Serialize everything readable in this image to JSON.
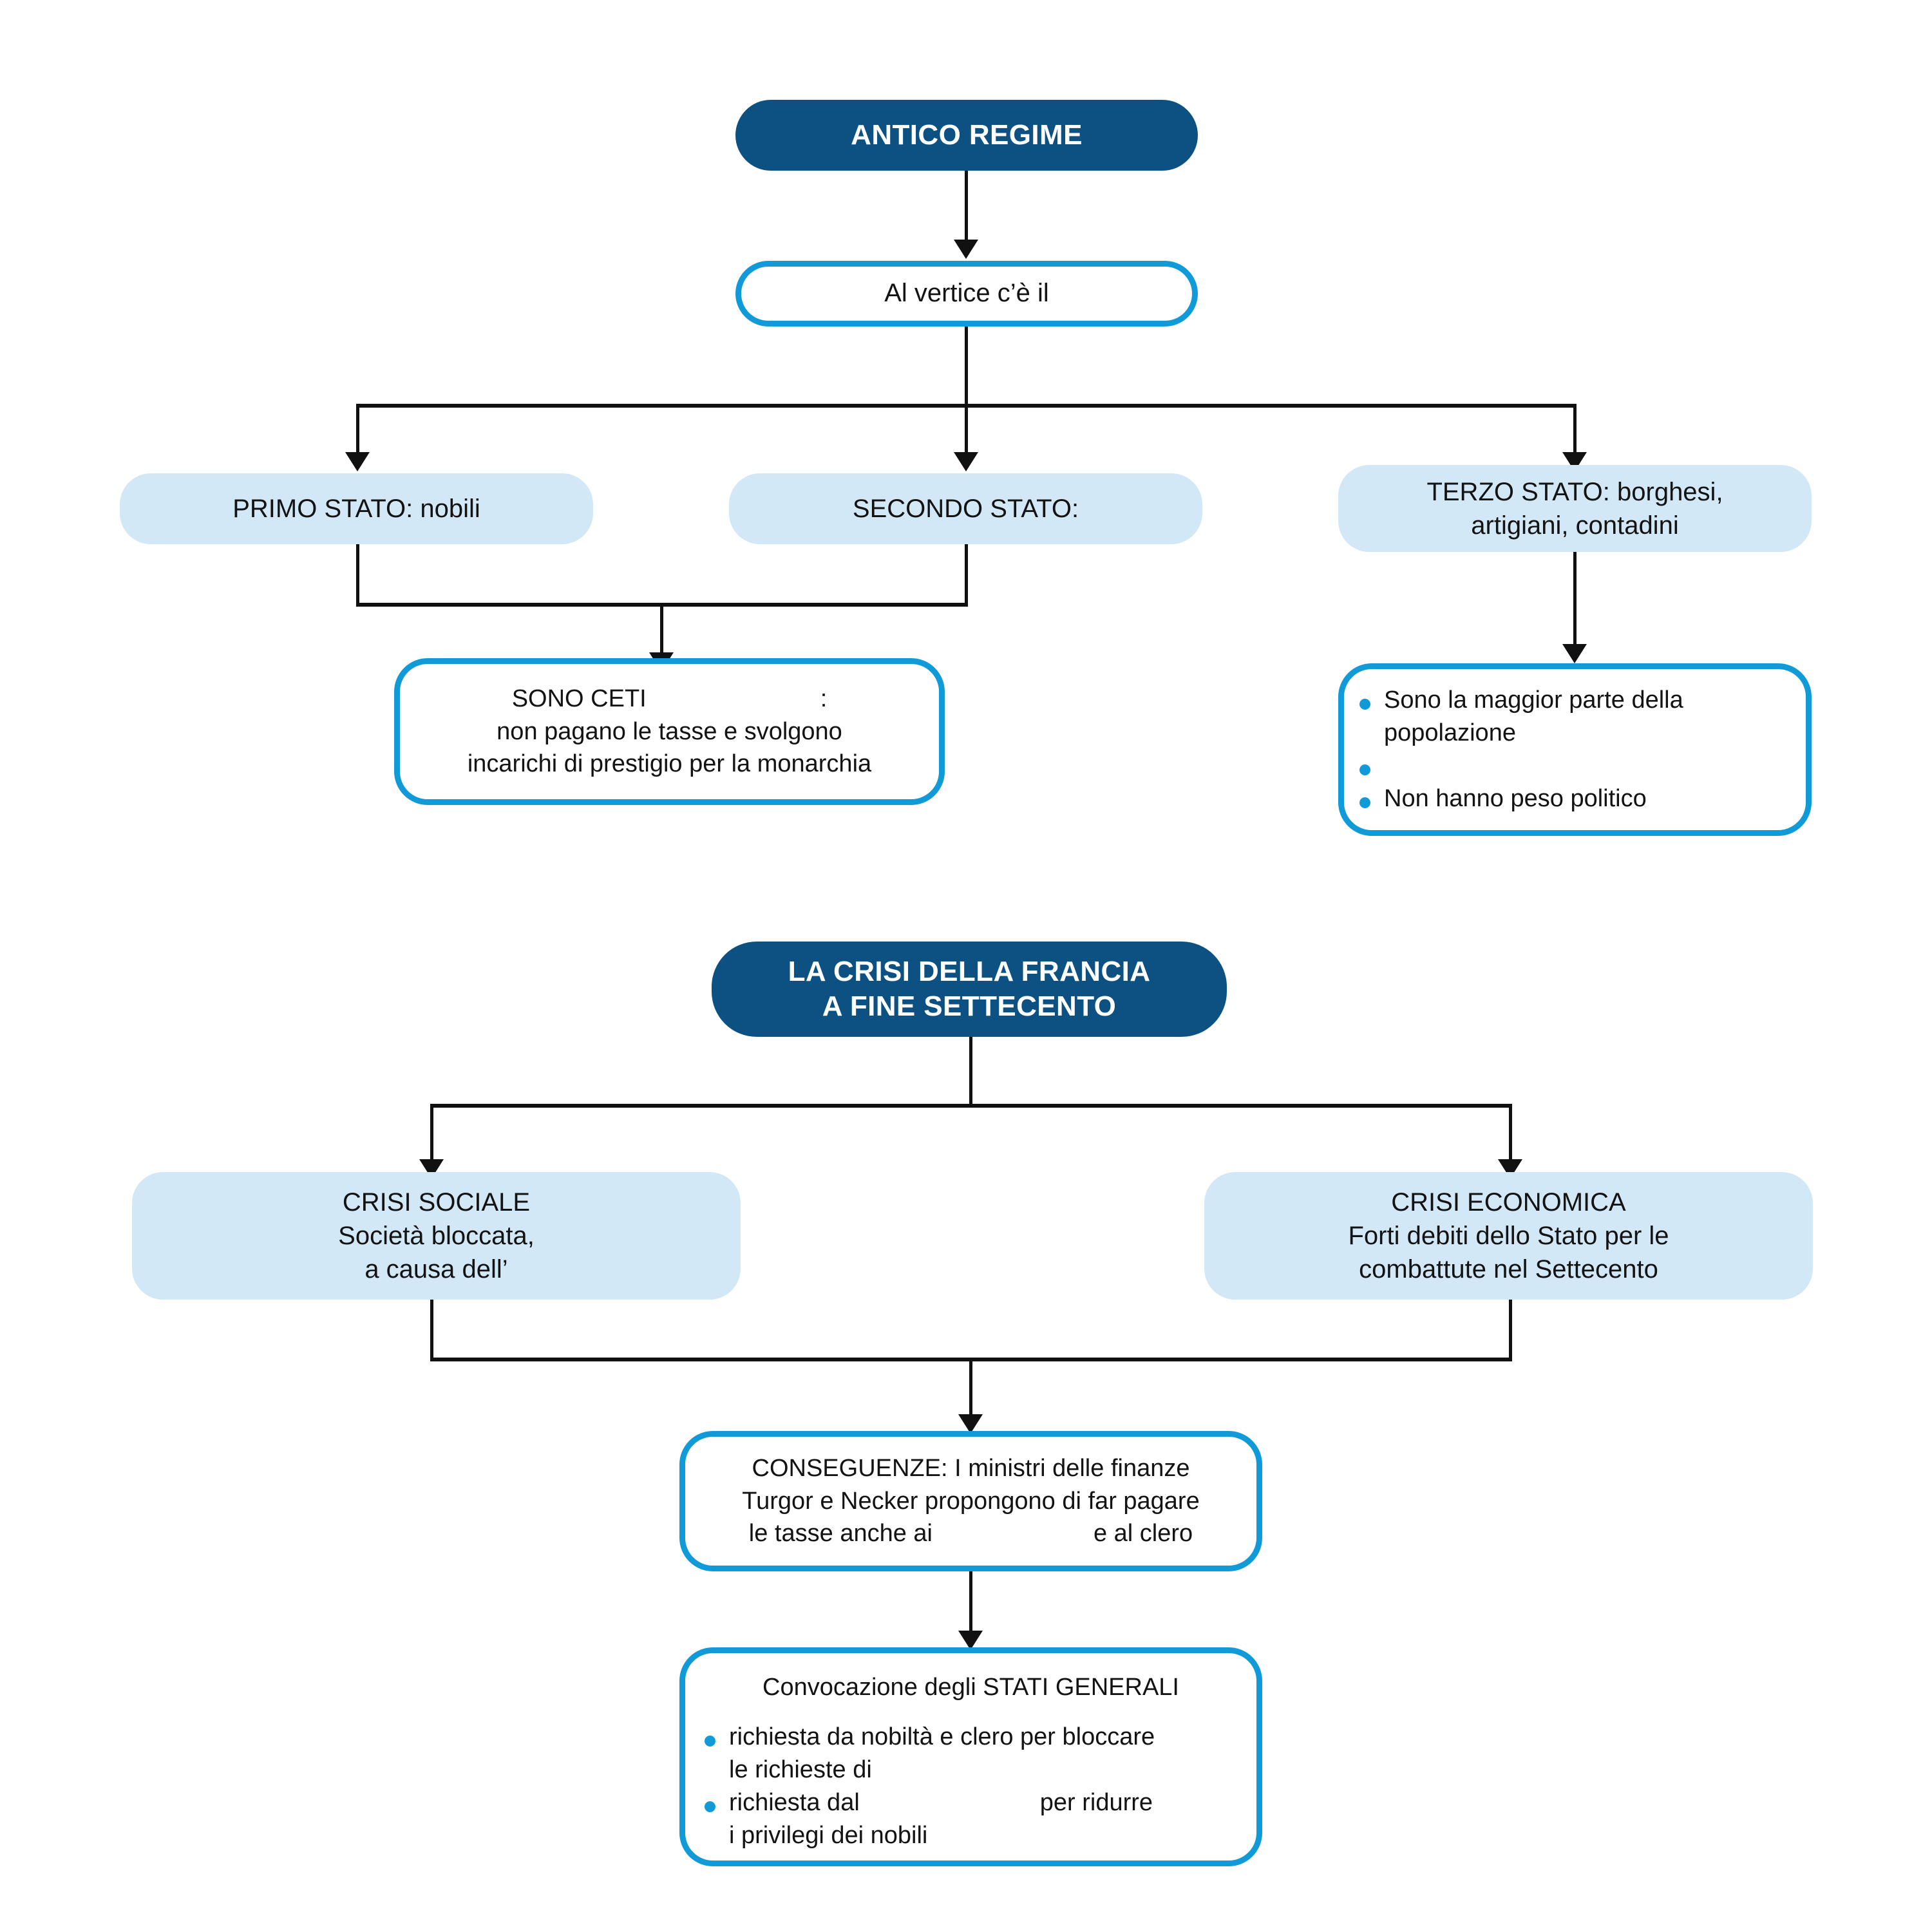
{
  "diagram": {
    "title_visible": false,
    "colors": {
      "header_fill": "#0d5183",
      "soft_fill": "#d3e8f7",
      "outline_border": "#109bd8",
      "connector": "#111111",
      "header_text": "#ffffff",
      "body_text": "#131313"
    }
  },
  "section1": {
    "header": "ANTICO REGIME",
    "subtitle_box": "Al vertice c’è il",
    "states": [
      {
        "label": "PRIMO STATO: nobili"
      },
      {
        "label": "SECONDO STATO:"
      },
      {
        "label_line1": "TERZO STATO: borghesi,",
        "label_line2": "artigiani, contadini"
      }
    ],
    "ceti_box": {
      "line1_before": "SONO CETI",
      "line1_blank": "",
      "line1_after": ":",
      "line2": "non pagano le tasse e svolgono",
      "line3": "incarichi di prestigio per la monarchia"
    },
    "terzo_bullets": [
      "Sono la maggior parte della popolazione",
      "",
      "Non hanno peso politico"
    ]
  },
  "section2": {
    "header_line1": "LA CRISI DELLA FRANCIA",
    "header_line2": "A FINE SETTECENTO",
    "crisi_sociale": {
      "title": "CRISI SOCIALE",
      "line2": "Società bloccata,",
      "line3": "a causa dell’"
    },
    "crisi_economica": {
      "title": "CRISI ECONOMICA",
      "line2": "Forti debiti dello Stato per le",
      "line3_blank": "",
      "line3": "combattute nel Settecento"
    },
    "conseguenze": {
      "line1": "CONSEGUENZE: I ministri delle finanze",
      "line2": "Turgor e Necker propongono di far pagare",
      "line3_before": "le tasse anche ai",
      "line3_blank": "",
      "line3_after": "e al clero"
    },
    "stati_generali": {
      "title": "Convocazione degli STATI GENERALI",
      "bullet1_line1": "richiesta da nobiltà e clero per bloccare",
      "bullet1_line2": "le richieste di",
      "bullet2_before": "richiesta dal",
      "bullet2_blank": "",
      "bullet2_after": "per ridurre",
      "bullet2_line2": "i privilegi dei nobili"
    }
  }
}
